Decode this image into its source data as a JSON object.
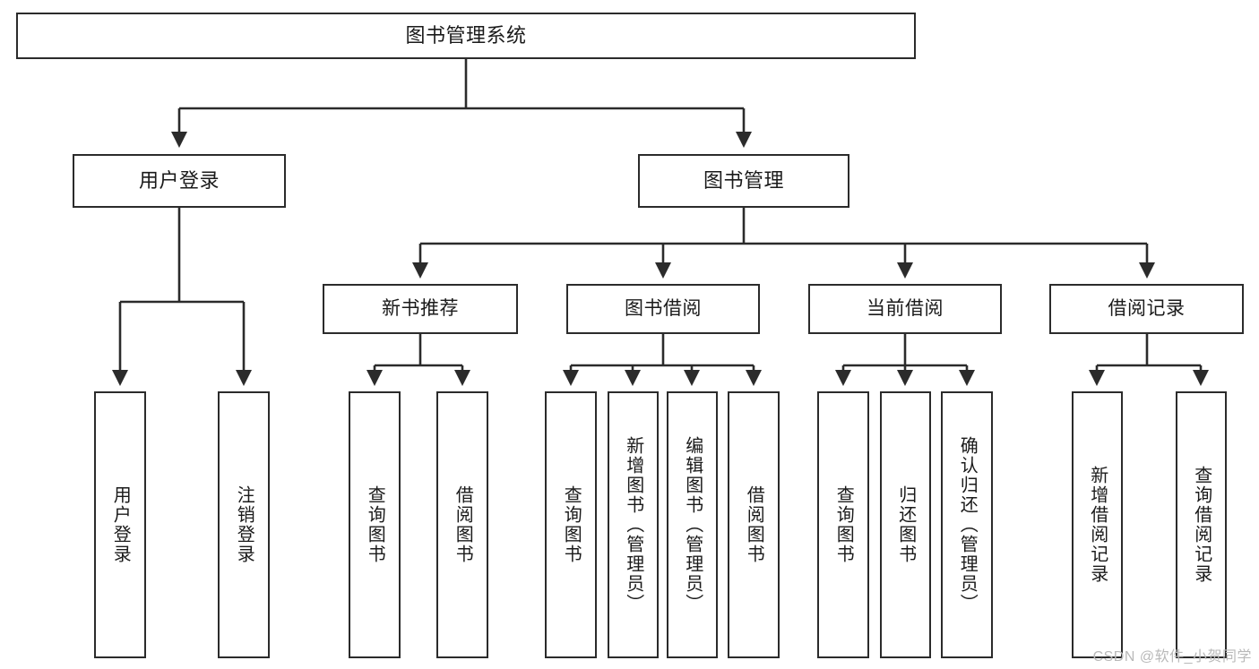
{
  "diagram": {
    "type": "tree-hierarchy-diagram",
    "title": "图书管理系统",
    "watermark": "CSDN @软件_小贺同学",
    "colors": {
      "box_border": "#2b2b2b",
      "box_fill": "#ffffff",
      "connector": "#2b2b2b",
      "text": "#1a1a1a",
      "watermark": "#b9b9b9",
      "background": "#ffffff"
    },
    "nodes": {
      "root": {
        "label": "图书管理系统"
      },
      "level1": [
        {
          "id": "user-login",
          "label": "用户登录"
        },
        {
          "id": "book-management",
          "label": "图书管理"
        }
      ],
      "level2": [
        {
          "id": "new-book-recommend",
          "label": "新书推荐"
        },
        {
          "id": "book-borrow",
          "label": "图书借阅"
        },
        {
          "id": "current-borrow",
          "label": "当前借阅"
        },
        {
          "id": "borrow-record",
          "label": "借阅记录"
        }
      ],
      "leaves": {
        "user_login": [
          {
            "id": "leaf-user-login",
            "label": "用户登录"
          },
          {
            "id": "leaf-logout-login",
            "label": "注销登录"
          }
        ],
        "new_book_recommend": [
          {
            "id": "leaf-query-book-1",
            "label": "查询图书"
          },
          {
            "id": "leaf-borrow-book-1",
            "label": "借阅图书"
          }
        ],
        "book_borrow": [
          {
            "id": "leaf-query-book-2",
            "label": "查询图书"
          },
          {
            "id": "leaf-add-book-admin",
            "label": "新增图书（管理员）"
          },
          {
            "id": "leaf-edit-book-admin",
            "label": "编辑图书（管理员）"
          },
          {
            "id": "leaf-borrow-book-2",
            "label": "借阅图书"
          }
        ],
        "current_borrow": [
          {
            "id": "leaf-query-book-3",
            "label": "查询图书"
          },
          {
            "id": "leaf-return-book",
            "label": "归还图书"
          },
          {
            "id": "leaf-confirm-return-admin",
            "label": "确认归还（管理员）"
          }
        ],
        "borrow_record": [
          {
            "id": "leaf-add-borrow-record",
            "label": "新增借阅记录"
          },
          {
            "id": "leaf-query-borrow-record",
            "label": "查询借阅记录"
          }
        ]
      }
    }
  }
}
